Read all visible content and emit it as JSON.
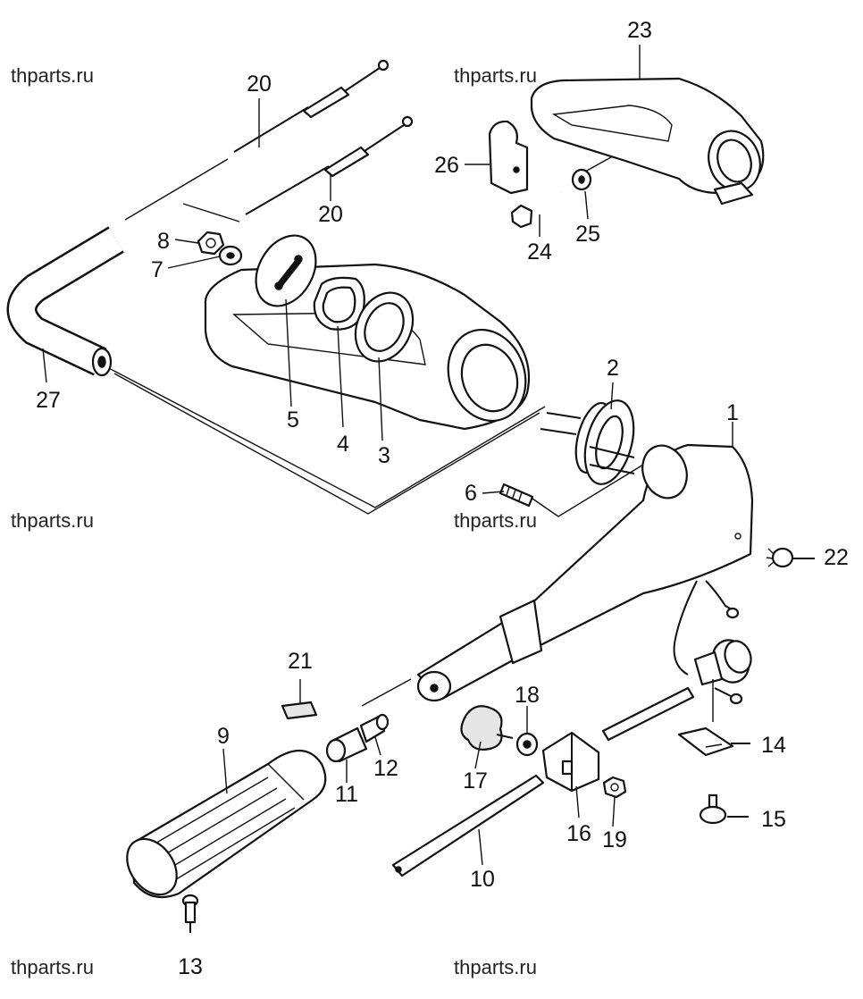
{
  "watermarks": [
    "thparts.ru",
    "thparts.ru",
    "thparts.ru",
    "thparts.ru",
    "thparts.ru",
    "thparts.ru"
  ],
  "callouts": {
    "p1": "1",
    "p2": "2",
    "p3": "3",
    "p4": "4",
    "p5": "5",
    "p6": "6",
    "p7": "7",
    "p8": "8",
    "p9": "9",
    "p10": "10",
    "p11": "11",
    "p12": "12",
    "p13": "13",
    "p14": "14",
    "p15": "15",
    "p16": "16",
    "p17": "17",
    "p18": "18",
    "p19": "19",
    "p20a": "20",
    "p20b": "20",
    "p21": "21",
    "p22": "22",
    "p23": "23",
    "p24": "24",
    "p25": "25",
    "p26": "26",
    "p27": "27"
  }
}
